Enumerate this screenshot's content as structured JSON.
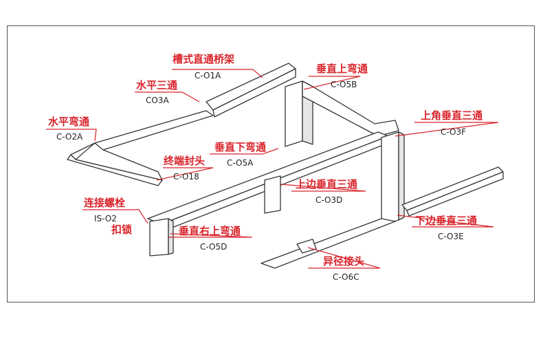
{
  "colors": {
    "label": "#d8232a",
    "line": "#333333",
    "fill": "#ffffff",
    "shade": "#e6e6e6"
  },
  "labels": [
    {
      "id": "cable-tray-straight",
      "name": "槽式直通桥架",
      "code": "C-O1A"
    },
    {
      "id": "horizontal-tee",
      "name": "水平三通",
      "code": "CO3A"
    },
    {
      "id": "horizontal-elbow",
      "name": "水平弯通",
      "code": "C-O2A"
    },
    {
      "id": "vertical-up-elbow",
      "name": "垂直上弯通",
      "code": "C-O5B"
    },
    {
      "id": "top-corner-vertical-tee",
      "name": "上角垂直三通",
      "code": "C-O3F"
    },
    {
      "id": "vertical-down-elbow",
      "name": "垂直下弯通",
      "code": "C-O5A"
    },
    {
      "id": "end-cap",
      "name": "终端封头",
      "code": "C-O18"
    },
    {
      "id": "top-side-vertical-tee",
      "name": "上边垂直三通",
      "code": "C-O3D"
    },
    {
      "id": "connecting-bolt",
      "name": "连接螺栓",
      "code": "IS-O2"
    },
    {
      "id": "buckle-lock",
      "name": "扣锁",
      "code": ""
    },
    {
      "id": "vertical-right-up-elbow",
      "name": "垂直右上弯通",
      "code": "C-O5D"
    },
    {
      "id": "bottom-side-vertical-tee",
      "name": "下边垂直三通",
      "code": "C-O3E"
    },
    {
      "id": "reducer",
      "name": "异径接头",
      "code": "C-O6C"
    }
  ]
}
